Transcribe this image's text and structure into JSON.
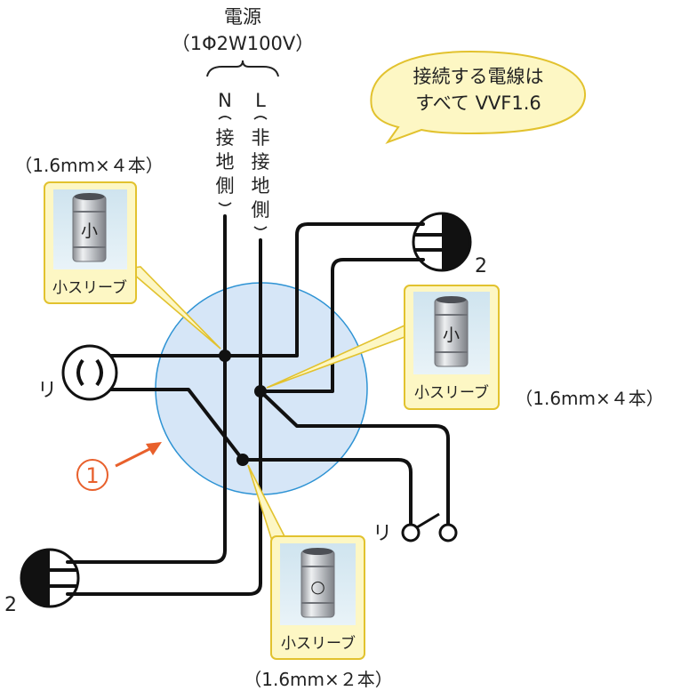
{
  "power": {
    "title": "電源",
    "spec": "（1Φ2W100V）",
    "n_letter": "N",
    "n_desc": [
      "接",
      "地",
      "側"
    ],
    "l_letter": "L",
    "l_desc": [
      "非",
      "接",
      "地",
      "側"
    ]
  },
  "callout": {
    "line1": "接続する電線は",
    "line2": "すべて VVF1.6"
  },
  "sleeves": [
    {
      "mark": "小",
      "label": "小スリーブ",
      "size": "（1.6mm×４本）"
    },
    {
      "mark": "小",
      "label": "小スリーブ",
      "size": "（1.6mm×４本）"
    },
    {
      "mark": "○",
      "label": "小スリーブ",
      "size": "（1.6mm×２本）"
    }
  ],
  "devices": {
    "lamp_label": "リ",
    "switch_label": "リ",
    "outlet_top_label": "2",
    "outlet_bottom_label": "2"
  },
  "box_marker": "①",
  "colors": {
    "box_fill": "#d6e6f7",
    "box_stroke": "#2e93d4",
    "callout_fill": "#fdf7c4",
    "callout_stroke": "#e2c22e",
    "sleeve_stroke": "#e2c22e",
    "marker_color": "#e8602c"
  }
}
